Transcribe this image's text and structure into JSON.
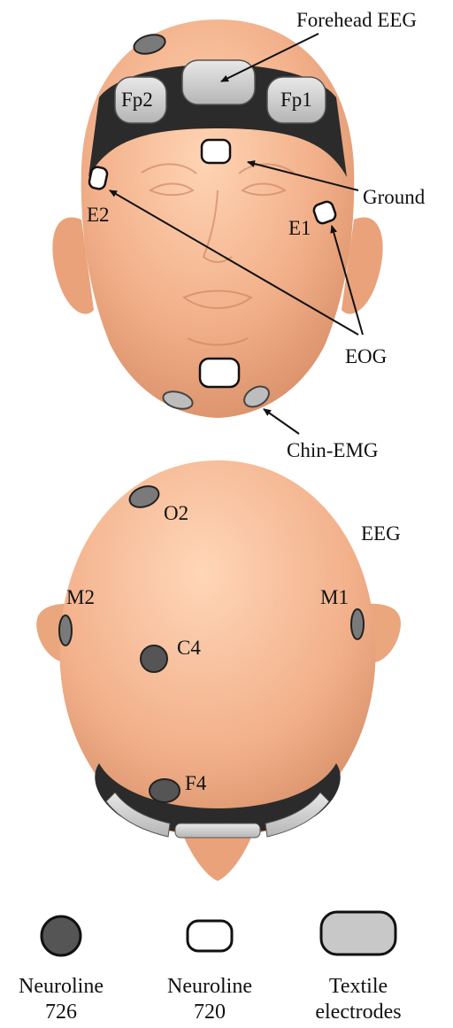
{
  "labels": {
    "forehead_eeg": "Forehead EEG",
    "fp2": "Fp2",
    "fp1": "Fp1",
    "ground": "Ground",
    "e2": "E2",
    "e1": "E1",
    "eog": "EOG",
    "chin_emg": "Chin-EMG",
    "o2": "O2",
    "eeg": "EEG",
    "m2": "M2",
    "m1": "M1",
    "c4": "C4",
    "f4": "F4"
  },
  "legend": [
    {
      "name": "neuroline-726",
      "icon": "dark-grey-circle",
      "line1": "Neuroline",
      "line2": "726"
    },
    {
      "name": "neuroline-720",
      "icon": "white-rounded-rectangle",
      "line1": "Neuroline",
      "line2": "720"
    },
    {
      "name": "textile-electrodes",
      "icon": "light-grey-rounded-rectangle",
      "line1": "Textile",
      "line2": "electrodes"
    }
  ],
  "colors": {
    "skin": "#f2b08a",
    "skin_shadow": "#d98a60",
    "headband": "#2a2a2a",
    "textile_electrode": "#c8c8c8",
    "neuroline_720": "#ffffff",
    "neuroline_726": "#555555"
  }
}
